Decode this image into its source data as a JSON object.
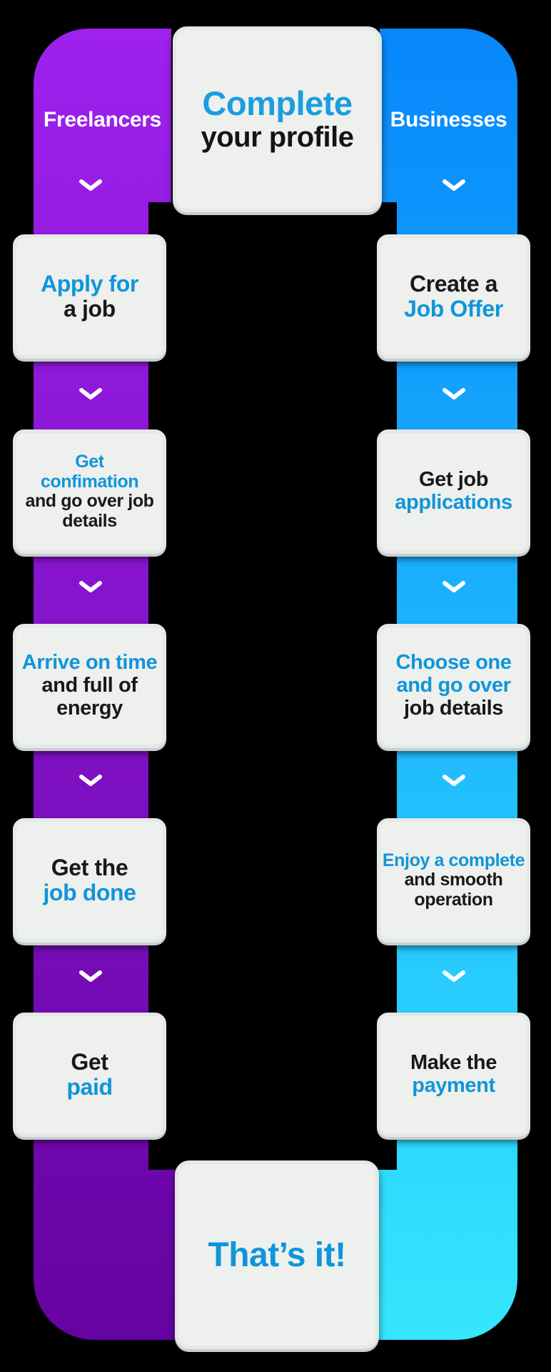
{
  "title_card": {
    "line1": "Complete",
    "line2": "your profile"
  },
  "left_track": {
    "label": "Freelancers",
    "steps": [
      {
        "lines": [
          {
            "t": "Apply for",
            "c": "blue"
          },
          {
            "t": "a job",
            "c": "dark"
          }
        ]
      },
      {
        "lines": [
          {
            "t": "Get",
            "c": "blue"
          },
          {
            "t": "confimation",
            "c": "blue"
          },
          {
            "t": "and go over job",
            "c": "dark"
          },
          {
            "t": "details",
            "c": "dark"
          }
        ]
      },
      {
        "lines": [
          {
            "t": "Arrive on time",
            "c": "blue"
          },
          {
            "t": "and full of",
            "c": "dark"
          },
          {
            "t": "energy",
            "c": "dark"
          }
        ]
      },
      {
        "lines": [
          {
            "t": "Get the",
            "c": "dark"
          },
          {
            "t": "job done",
            "c": "blue"
          }
        ]
      },
      {
        "lines": [
          {
            "t": "Get",
            "c": "dark"
          },
          {
            "t": "paid",
            "c": "blue"
          }
        ]
      }
    ]
  },
  "right_track": {
    "label": "Businesses",
    "steps": [
      {
        "lines": [
          {
            "t": "Create a",
            "c": "dark"
          },
          {
            "t": "Job Offer",
            "c": "blue"
          }
        ]
      },
      {
        "lines": [
          {
            "t": "Get job",
            "c": "dark"
          },
          {
            "t": "applications",
            "c": "blue"
          }
        ]
      },
      {
        "lines": [
          {
            "t": "Choose one",
            "c": "blue"
          },
          {
            "t": "and go over",
            "c": "blue"
          },
          {
            "t": "job details",
            "c": "dark"
          }
        ]
      },
      {
        "lines": [
          {
            "t": "Enjoy a complete",
            "c": "blue"
          },
          {
            "t": "and smooth",
            "c": "dark"
          },
          {
            "t": "operation",
            "c": "dark"
          }
        ]
      },
      {
        "lines": [
          {
            "t": "Make the",
            "c": "dark"
          },
          {
            "t": "payment",
            "c": "blue"
          }
        ]
      }
    ]
  },
  "footer_card": {
    "label": "That’s it!"
  },
  "colors": {
    "accent_text_blue": "#1095da",
    "dark_text": "#191919",
    "freelancer_purple_top": "#9e21ee",
    "freelancer_purple_bottom": "#6603a1",
    "business_blue_top": "#0787fc",
    "business_cyan_bottom": "#35e6fd",
    "card_background": "#edf0ed",
    "chevron_white": "#ffffff"
  }
}
